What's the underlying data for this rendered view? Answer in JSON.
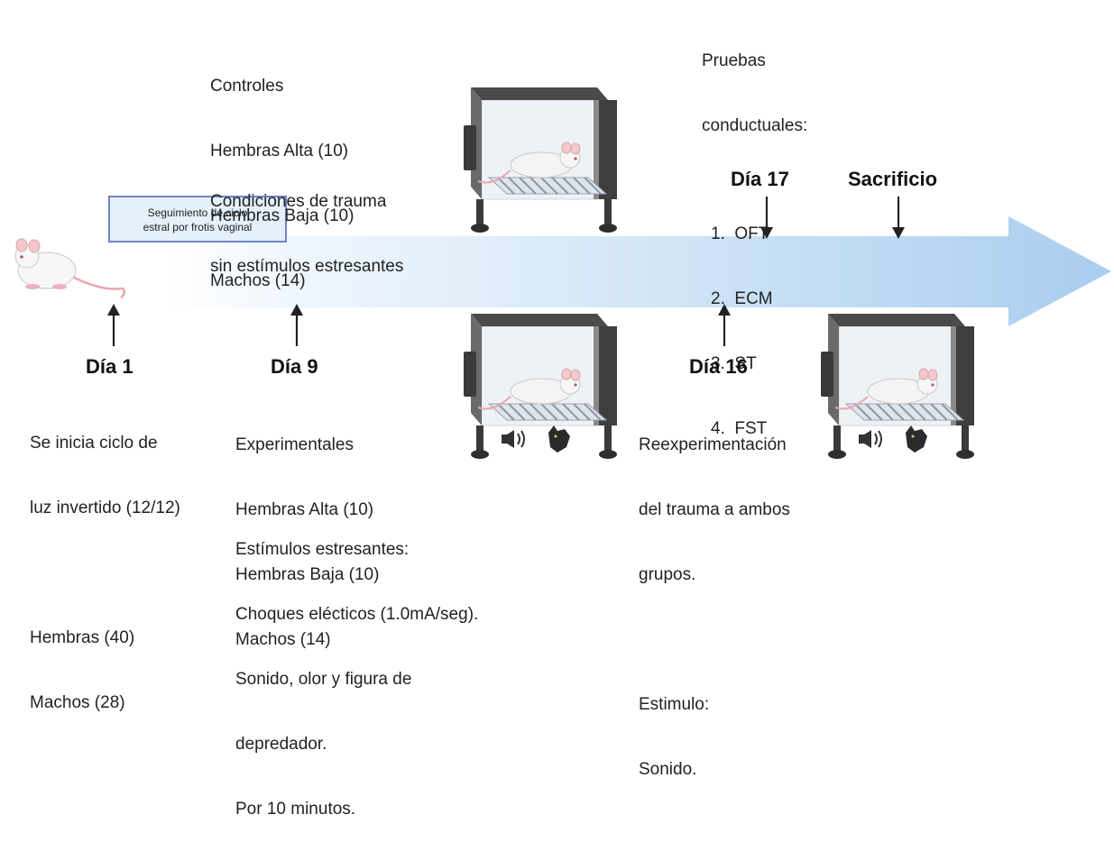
{
  "top_left_block": {
    "controls_lines": [
      "Controles",
      "Hembras Alta (10)",
      "Hembras Baja (10)",
      "Machos (14)"
    ],
    "condition_lines": [
      "Condiciones de trauma",
      "sin estímulos estresantes"
    ]
  },
  "tracking_box": {
    "lines": [
      "Seguimiento de ciclo",
      "estral por frotis vaginal"
    ]
  },
  "tests_block": {
    "title_lines": [
      "Pruebas",
      "conductuales:"
    ],
    "items": [
      "OFT",
      "ECM",
      "ST",
      "FST"
    ]
  },
  "markers": {
    "day17": "Día 17",
    "sacrifice": "Sacrificio",
    "day1": "Día 1",
    "day9": "Día 9",
    "day16": "Día 16"
  },
  "day1_block": {
    "lines": [
      "Se inicia ciclo de",
      "luz invertido (12/12)"
    ],
    "groups": [
      "Hembras (40)",
      "Machos (28)"
    ]
  },
  "day9_block": {
    "group_lines": [
      "Experimentales",
      "Hembras Alta (10)",
      "Hembras Baja (10)",
      "Machos (14)"
    ],
    "stimuli_lines": [
      "Estímulos estresantes:",
      "Choques elécticos (1.0mA/seg).",
      "Sonido, olor y figura de",
      "depredador.",
      "Por 10 minutos."
    ]
  },
  "day16_block": {
    "lines": [
      "Reexperimentación",
      "del trauma a ambos",
      "grupos."
    ],
    "stimulus_lines": [
      "Estimulo:",
      "Sonido."
    ]
  },
  "colors": {
    "arrow_light": "#f4f9fe",
    "arrow_mid": "#cfe3f6",
    "arrow_dark": "#a9cdef",
    "box_border": "#6f86c6",
    "box_fill": "#e6f0fb",
    "chamber_dark": "#3c3c3c",
    "chamber_glass": "#eef2f6"
  }
}
